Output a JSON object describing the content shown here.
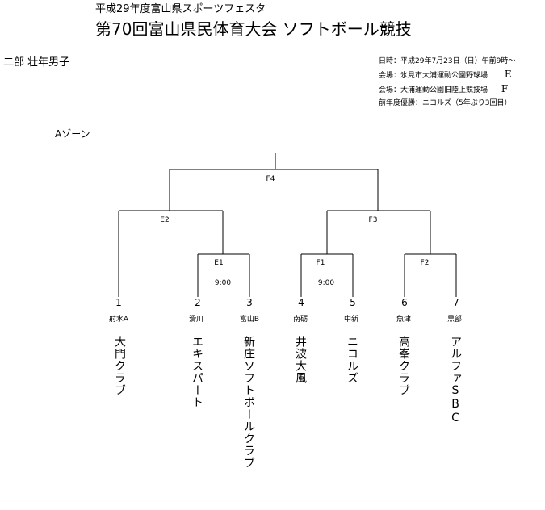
{
  "header": {
    "sup_title": "平成29年度富山県スポーツフェスタ",
    "main_title": "第70回富山県民体育大会 ソフトボール競技",
    "division": "二部 壮年男子",
    "zone": "Aゾーン"
  },
  "info": {
    "date": "日時：平成29年7月23日（日）午前9時～",
    "venue1_text": "会場：氷見市大浦運動公園野球場",
    "venue1_code": "E",
    "venue2_text": "会場：大浦運動公園旧陸上競技場",
    "venue2_code": "F",
    "last_champion": "前年度優勝：ニコルズ（5年ぶり3回目）"
  },
  "matches": {
    "F4": "F4",
    "E2": "E2",
    "F3": "F3",
    "E1": "E1",
    "F1": "F1",
    "F2": "F2",
    "E1_time": "9:00",
    "F1_time": "9:00"
  },
  "teams": [
    {
      "num": "1",
      "city": "射水A",
      "name": "大門クラブ"
    },
    {
      "num": "2",
      "city": "滑川",
      "name": "エキスパート"
    },
    {
      "num": "3",
      "city": "富山B",
      "name": "新庄ソフトボールクラブ"
    },
    {
      "num": "4",
      "city": "南砺",
      "name": "井波大風"
    },
    {
      "num": "5",
      "city": "中新",
      "name": "ニコルズ"
    },
    {
      "num": "6",
      "city": "魚津",
      "name": "高峯クラブ"
    },
    {
      "num": "7",
      "city": "黒部",
      "name": "アルファSBC"
    }
  ]
}
